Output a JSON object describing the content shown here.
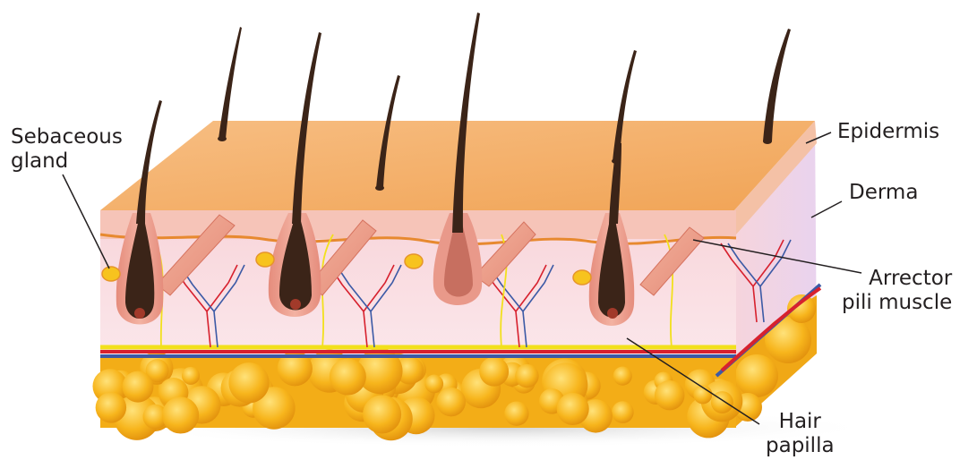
{
  "diagram": {
    "labels": {
      "sebaceous_gland": "Sebaceous\ngland",
      "epidermis": "Epidermis",
      "derma": "Derma",
      "arrector_pili_muscle": "Arrector\npili muscle",
      "hair_papilla": "Hair\npapilla"
    }
  },
  "colors": {
    "epidermis_top": "#f5b06a",
    "derma": "#f9dbe0",
    "fat": "#f3b21a",
    "hair": "#3b2418",
    "artery": "#d7212e",
    "vein": "#3c5aa6",
    "nerve": "#f2e01c",
    "leader_line": "#231f20"
  }
}
